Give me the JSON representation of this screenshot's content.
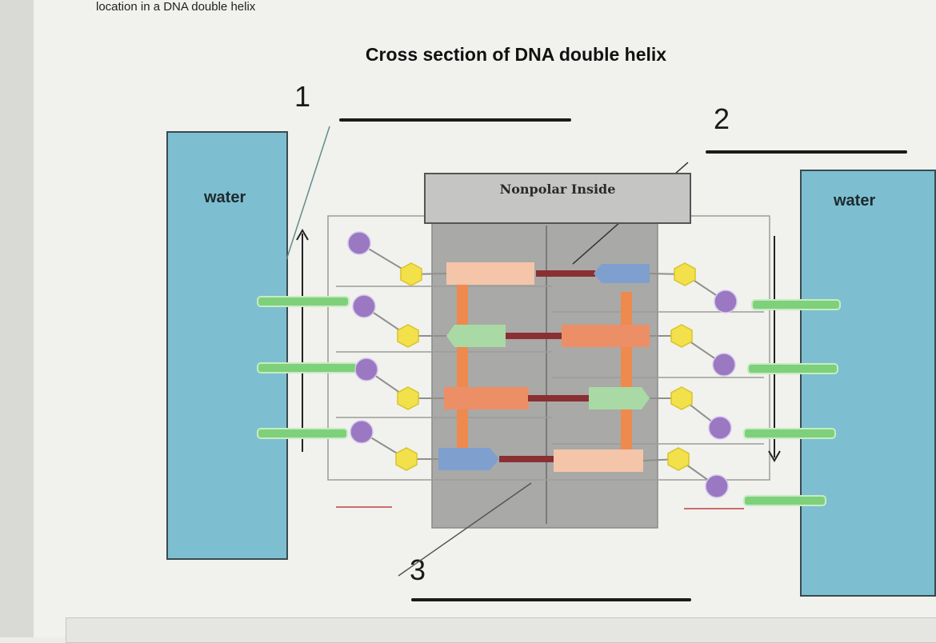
{
  "header": {
    "text": "location in a DNA double helix"
  },
  "diagram": {
    "title": "Cross section of DNA double helix",
    "labels": {
      "one": "1",
      "two": "2",
      "three": "3"
    },
    "water_left": "water",
    "water_right": "water",
    "interior_label": "Nonpolar Inside"
  },
  "colors": {
    "water": "#7dbfd0",
    "phosphate": "#9a78c2",
    "sugar": "#f2e14a",
    "base_peach": "#f4c5a8",
    "base_salmon": "#ec8f66",
    "base_green": "#a9d9a4",
    "base_blue": "#7f9fcf",
    "hbond": "#8a2f32",
    "backbone_link": "#7ed07a"
  }
}
